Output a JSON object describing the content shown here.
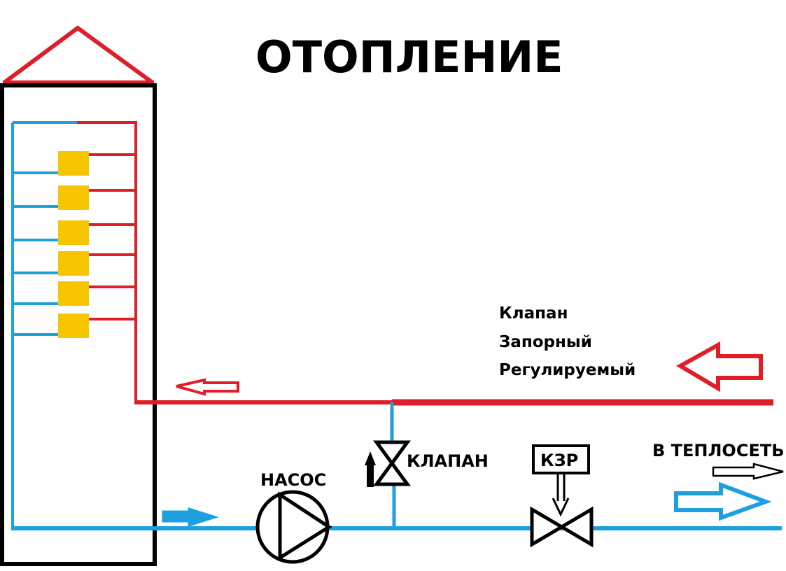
{
  "title": "ОТОПЛЕНИЕ",
  "labels": {
    "valve_note_line1": "Клапан",
    "valve_note_line2": "Запорный",
    "valve_note_line3": "Регулируемый",
    "pump": "НАСОС",
    "valve": "КЛАПАН",
    "kzr": "КЗР",
    "to_heating_network": "В ТЕПЛОСЕТЬ"
  },
  "colors": {
    "supply_red": "#e11d2a",
    "return_blue": "#1ea0e0",
    "radiator_yellow": "#f7c600",
    "outline_black": "#000000"
  },
  "radiator_count": 6
}
